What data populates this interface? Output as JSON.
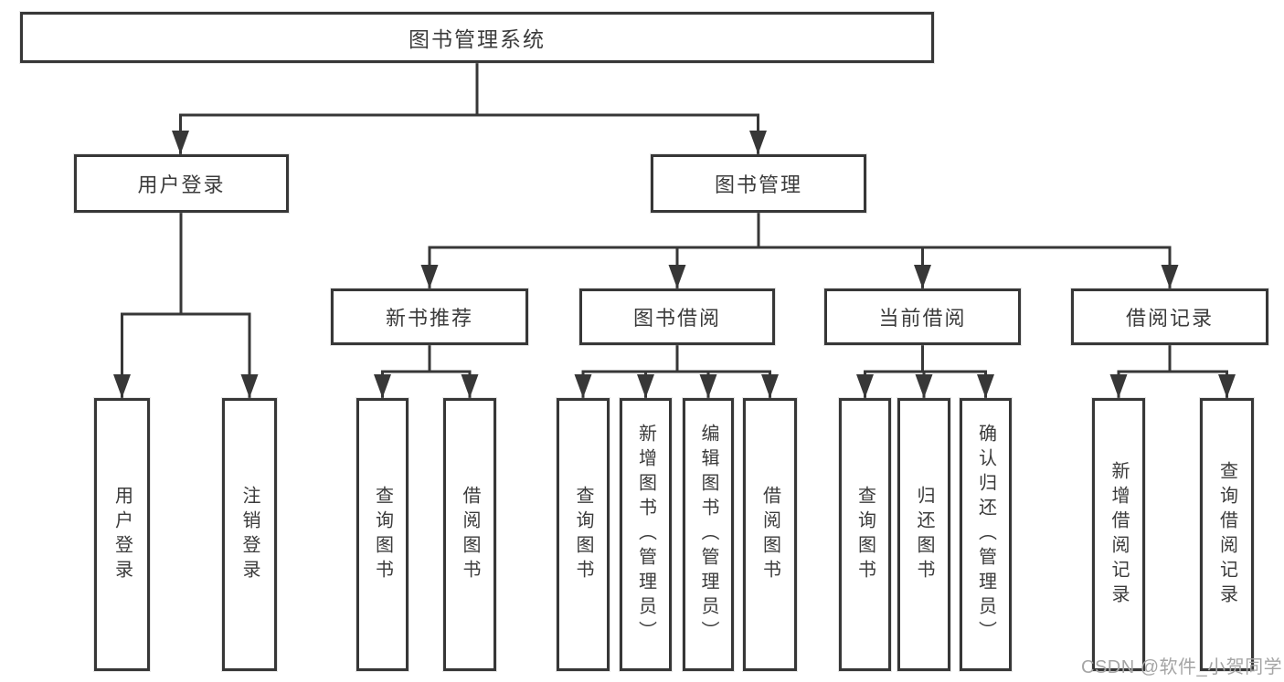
{
  "diagram": {
    "type": "hierarchy-tree",
    "title": "图书管理系统",
    "line_color": "#373737",
    "text_color": "#3b3b3b",
    "watermark": "CSDN @软件_小贺同学",
    "nodes": {
      "root": {
        "label": "图书管理系统"
      },
      "login": {
        "label": "用户登录"
      },
      "manage": {
        "label": "图书管理"
      },
      "login_user": {
        "label": "用户登录"
      },
      "login_logout": {
        "label": "注销登录"
      },
      "rec": {
        "label": "新书推荐"
      },
      "borrow": {
        "label": "图书借阅"
      },
      "current": {
        "label": "当前借阅"
      },
      "record": {
        "label": "借阅记录"
      },
      "rec_query": {
        "label": "查询图书"
      },
      "rec_borrow": {
        "label": "借阅图书"
      },
      "borrow_query": {
        "label": "查询图书"
      },
      "borrow_add": {
        "label": "新增图书（管理员）"
      },
      "borrow_edit": {
        "label": "编辑图书（管理员）"
      },
      "borrow_lend": {
        "label": "借阅图书"
      },
      "current_query": {
        "label": "查询图书"
      },
      "current_return": {
        "label": "归还图书"
      },
      "current_confirm": {
        "label": "确认归还（管理员）"
      },
      "record_add": {
        "label": "新增借阅记录"
      },
      "record_query": {
        "label": "查询借阅记录"
      }
    },
    "edges": [
      [
        "root",
        "login"
      ],
      [
        "root",
        "manage"
      ],
      [
        "login",
        "login_user"
      ],
      [
        "login",
        "login_logout"
      ],
      [
        "manage",
        "rec"
      ],
      [
        "manage",
        "borrow"
      ],
      [
        "manage",
        "current"
      ],
      [
        "manage",
        "record"
      ],
      [
        "rec",
        "rec_query"
      ],
      [
        "rec",
        "rec_borrow"
      ],
      [
        "borrow",
        "borrow_query"
      ],
      [
        "borrow",
        "borrow_add"
      ],
      [
        "borrow",
        "borrow_edit"
      ],
      [
        "borrow",
        "borrow_lend"
      ],
      [
        "current",
        "current_query"
      ],
      [
        "current",
        "current_return"
      ],
      [
        "current",
        "current_confirm"
      ],
      [
        "record",
        "record_add"
      ],
      [
        "record",
        "record_query"
      ]
    ]
  }
}
